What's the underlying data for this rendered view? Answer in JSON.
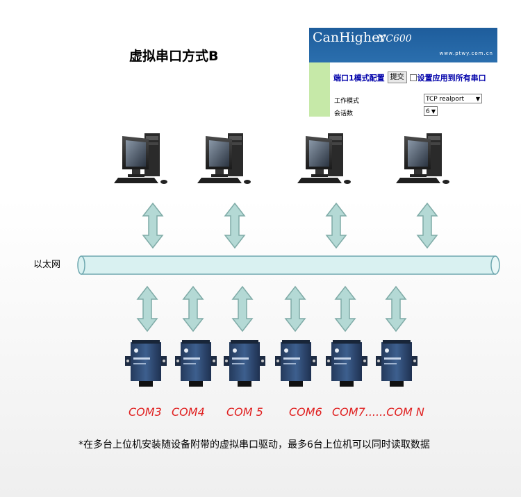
{
  "title": "虚拟串口方式B",
  "panel": {
    "brand": "CanHigher",
    "model": "NC600",
    "url": "www.ptwy.com.cn",
    "config_label": "端口1模式配置",
    "submit_label": "提交",
    "apply_all_label": "设置应用到所有串口",
    "work_mode_label": "工作模式",
    "work_mode_value": "TCP realport",
    "sessions_label": "会话数",
    "sessions_value": "6"
  },
  "network_label": "以太网",
  "com_labels": [
    "COM3",
    "COM4",
    "COM 5",
    "COM6",
    "COM7......COM N"
  ],
  "note": "*在多台上位机安装随设备附带的虚拟串口驱动，最多6台上位机可以同时读取数据",
  "colors": {
    "arrow_fill": "#b4d9d5",
    "arrow_stroke": "#7faba7",
    "bus_fill": "#d9f1f1",
    "bus_stroke": "#6fa8b0",
    "com_text": "#e02020",
    "panel_header": "#1e5d9c",
    "panel_side": "#c6e9a8"
  }
}
